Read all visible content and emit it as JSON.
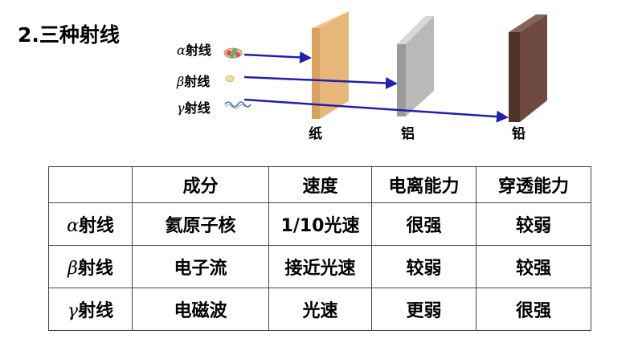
{
  "title": "2.三种射线",
  "rays": [
    {
      "symbol": "α",
      "suffix": "射线",
      "icon": "alpha-particle-icon",
      "arrow_color": "#1f1fb0"
    },
    {
      "symbol": "β",
      "suffix": "射线",
      "icon": "beta-particle-icon",
      "arrow_color": "#1f1fb0"
    },
    {
      "symbol": "γ",
      "suffix": "射线",
      "icon": "gamma-wave-icon",
      "arrow_color": "#1f1fb0"
    }
  ],
  "plates": [
    {
      "label": "纸",
      "color": "#e8b87a"
    },
    {
      "label": "铝",
      "color": "#b9b9b9"
    },
    {
      "label": "铅",
      "color": "#6e4a40"
    }
  ],
  "table": {
    "headers": [
      "",
      "成分",
      "速度",
      "电离能力",
      "穿透能力"
    ],
    "rows": [
      {
        "symbol": "α",
        "suffix": "射线",
        "cells": [
          "氦原子核",
          "1/10光速",
          "很强",
          "较弱"
        ]
      },
      {
        "symbol": "β",
        "suffix": "射线",
        "cells": [
          "电子流",
          "接近光速",
          "较弱",
          "较强"
        ]
      },
      {
        "symbol": "γ",
        "suffix": "射线",
        "cells": [
          "电磁波",
          "光速",
          "更弱",
          "很强"
        ]
      }
    ]
  }
}
